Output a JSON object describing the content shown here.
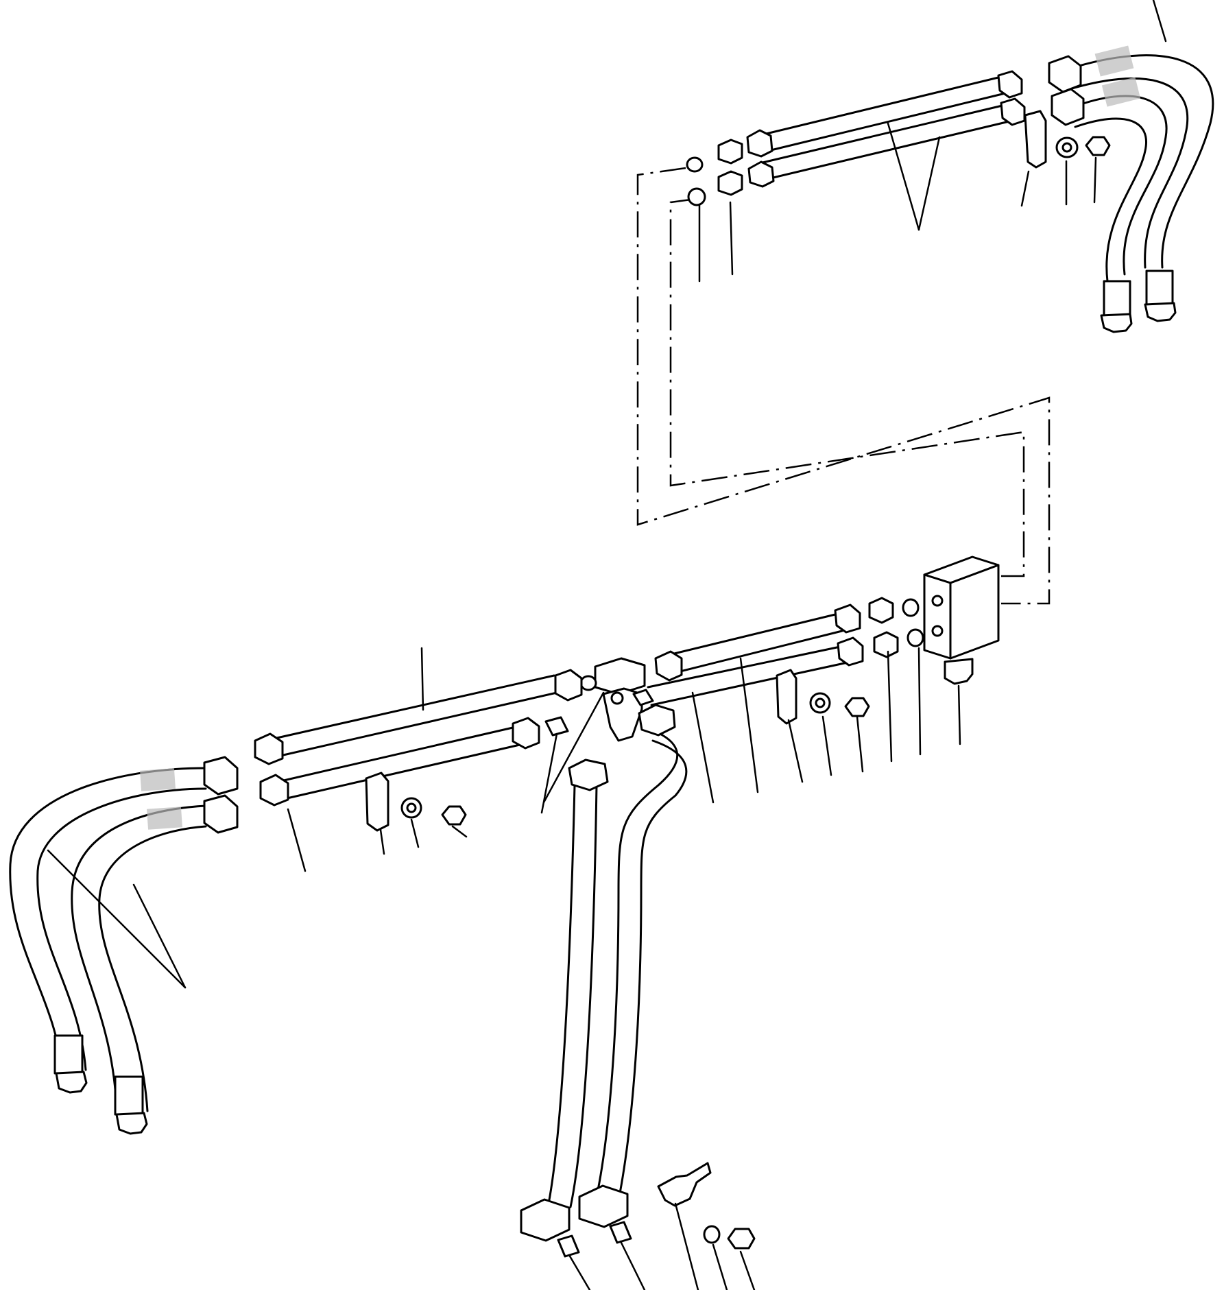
{
  "diagram": {
    "kind": "exploded parts drawing",
    "colors": {
      "line": "#000000",
      "background": "#ffffff"
    },
    "assemblies": [
      "upper-pipe-pair",
      "upper-hose-pair",
      "lower-pipe-pair",
      "left-hose-pair",
      "block-valve",
      "tee-fitting",
      "vertical-pipe-pair",
      "phantom-routing-lines",
      "leader-lines"
    ]
  }
}
